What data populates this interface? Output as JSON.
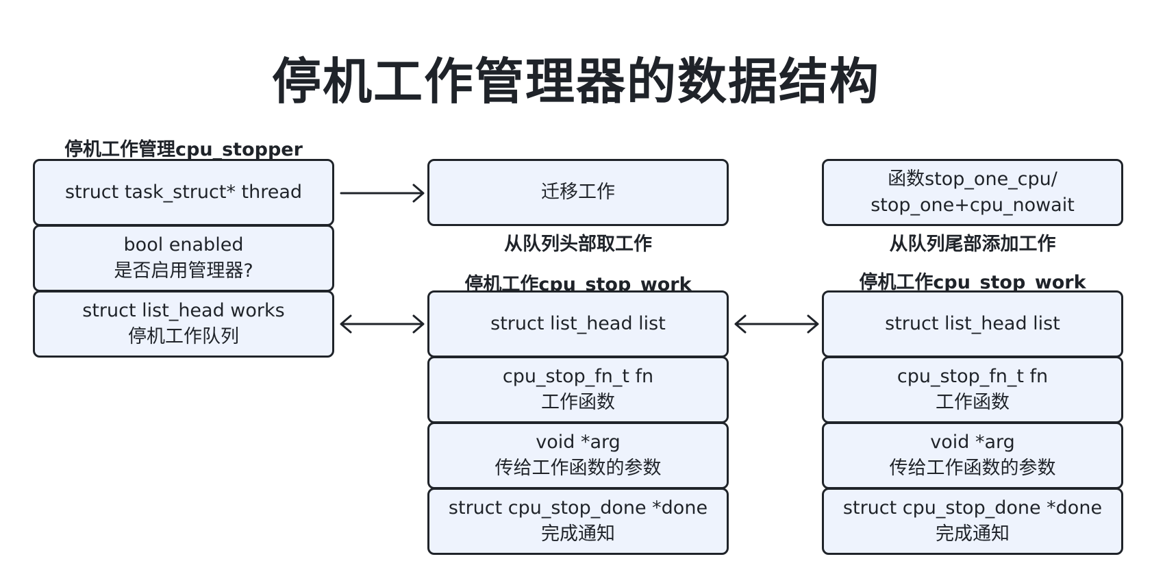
{
  "title": "停机工作管理器的数据结构",
  "stopper": {
    "label": "停机工作管理cpu_stopper",
    "fields": [
      {
        "line1": "struct task_struct* thread",
        "line2": ""
      },
      {
        "line1": "bool enabled",
        "line2": "是否启用管理器?"
      },
      {
        "line1": "struct list_head works",
        "line2": "停机工作队列"
      }
    ]
  },
  "migrate": {
    "text": "迁移工作",
    "caption": "从队列头部取工作"
  },
  "func_box": {
    "line1": "函数stop_one_cpu/",
    "line2": "stop_one+cpu_nowait",
    "caption": "从队列尾部添加工作"
  },
  "work_middle": {
    "label": "停机工作cpu_stop_work",
    "fields": [
      {
        "line1": "struct list_head list",
        "line2": ""
      },
      {
        "line1": "cpu_stop_fn_t fn",
        "line2": "工作函数"
      },
      {
        "line1": "void *arg",
        "line2": "传给工作函数的参数"
      },
      {
        "line1": "struct cpu_stop_done *done",
        "line2": "完成通知"
      }
    ]
  },
  "work_right": {
    "label": "停机工作cpu_stop_work",
    "fields": [
      {
        "line1": "struct list_head list",
        "line2": ""
      },
      {
        "line1": "cpu_stop_fn_t fn",
        "line2": "工作函数"
      },
      {
        "line1": "void *arg",
        "line2": "传给工作函数的参数"
      },
      {
        "line1": "struct cpu_stop_done *done",
        "line2": "完成通知"
      }
    ]
  }
}
